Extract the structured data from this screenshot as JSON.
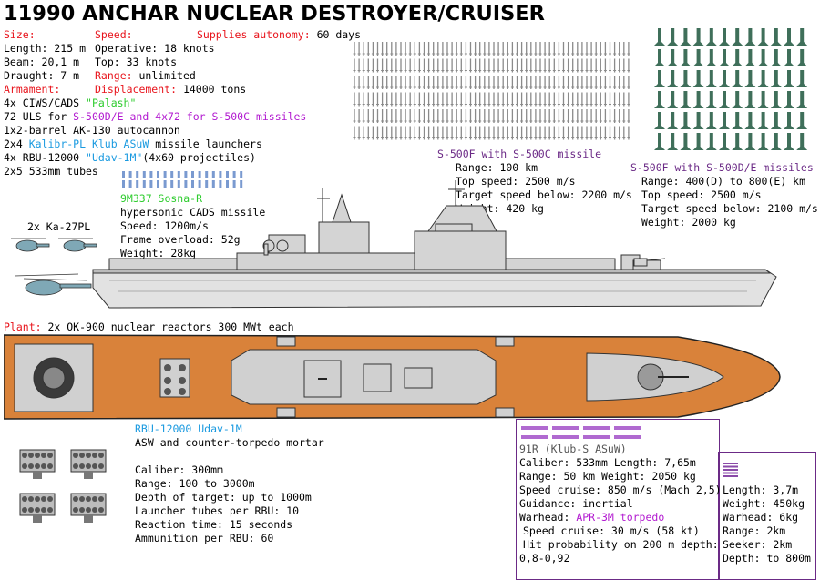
{
  "title": "11990 ANCHAR NUCLEAR DESTROYER/CRUISER",
  "specs": {
    "size_label": "Size:",
    "speed_label": "Speed:",
    "supplies_label": "Supplies autonomy:",
    "supplies_value": "60 days",
    "length": "Length: 215 m",
    "operative": "Operative: 18 knots",
    "beam": "Beam: 20,1  m",
    "top": "Top: 33 knots",
    "draught": "Draught: 7 m",
    "range_label": "Range:",
    "range_value": "unlimited",
    "armament_label": "Armament:",
    "displacement_label": "Displacement:",
    "displacement_value": "14000 tons"
  },
  "armament": {
    "ciws_a": "4x CIWS/CADS ",
    "ciws_b": "\"Palash\"",
    "uls_a": "72 ULS for ",
    "uls_b": "S-500D/E and  4x72 for S-500C missiles",
    "autocannon": "1x2-barrel AK-130 autocannon",
    "kalibr_a": "2x4 ",
    "kalibr_b": "Kalibr-PL Klub ASuW",
    "kalibr_c": " missile launchers",
    "rbu_a": "4x RBU-12000 ",
    "rbu_b": "\"Udav-1M\"",
    "rbu_c": "(4x60 projectiles)",
    "tubes": "2x5 533mm tubes"
  },
  "sosna": {
    "name": "9M337 Sosna-R",
    "l1": "hypersonic CADS missile",
    "l2": "Speed: 1200m/s",
    "l3": "Frame overload: 52g",
    "l4": "Weight: 28kg"
  },
  "helicopters": "2x Ka-27PL",
  "s500c": {
    "header": "S-500F with S-500C missile",
    "l1": "Range: 100 km",
    "l2": "Top speed: 2500 m/s",
    "l3": "Target speed below: 2200 m/s",
    "l4": "Weight: 420 kg"
  },
  "s500de": {
    "header": "S-500F with S-500D/E missiles",
    "l1": "Range: 400(D) to 800(E) km",
    "l2": "Top speed: 2500 m/s",
    "l3": "Target speed below: 2100 m/s",
    "l4": "Weight: 2000 kg"
  },
  "plant": {
    "label": "Plant:",
    "value": "2x OK-900 nuclear reactors 300 MWt each"
  },
  "rbu12000": {
    "name": "RBU-12000 Udav-1M",
    "l0": "ASW and counter-torpedo mortar",
    "l1": "Caliber: 300mm",
    "l2": "Range: 100 to 3000m",
    "l3": "Depth of target: up to 1000m",
    "l4": "Launcher tubes per RBU: 10",
    "l5": "Reaction time: 15 seconds",
    "l6": "Ammunition per RBU: 60"
  },
  "klub": {
    "name": "91R (Klub-S ASuW)",
    "l1": "Caliber: 533mm Length: 7,65m",
    "l2": "Range: 50 km   Weight: 2050 kg",
    "l3": "Speed cruise: 850 m/s (Mach 2,5)",
    "l4": "Guidance: inertial"
  },
  "torpedo": {
    "warhead_label": "Warhead: ",
    "name": "APR-3M torpedo",
    "l1": "Speed cruise: 30 m/s (58 kt)",
    "l2": "Hit probability on 200 m depth:",
    "l3": "0,8-0,92"
  },
  "apr3m": {
    "l1": "Length: 3,7m",
    "l2": "Weight: 450kg",
    "l3": "Warhead: 6kg",
    "l4": "Range: 2km",
    "l5": "Seeker: 2km",
    "l6": "Depth: to 800m"
  },
  "colors": {
    "red": "#e8141c",
    "purple": "#b21ad0",
    "blue": "#1a9ae0",
    "green": "#2ecc2e",
    "deck": "#d9823a",
    "hull": "#cfcfcf",
    "violet": "#6b2a86"
  }
}
